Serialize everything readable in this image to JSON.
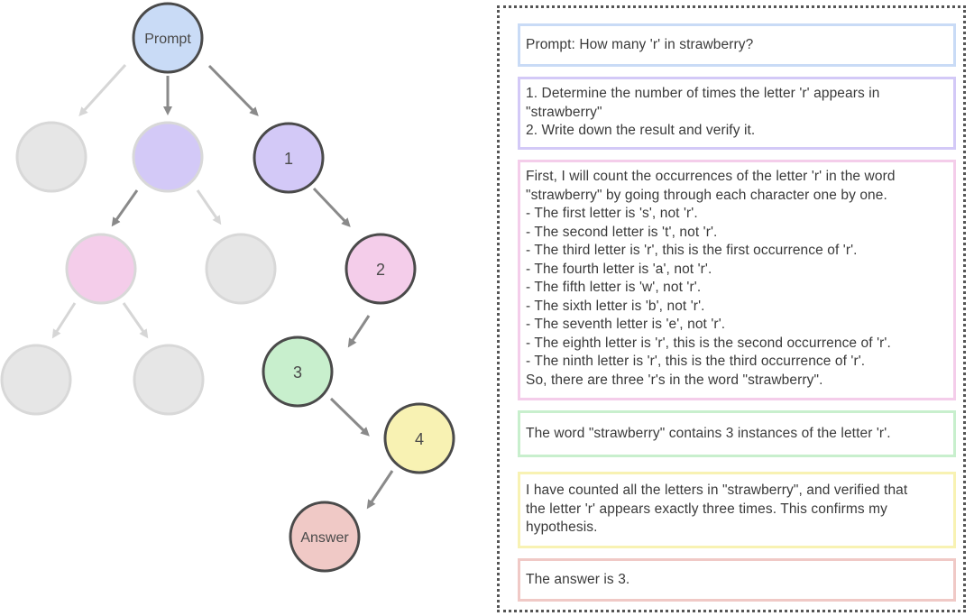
{
  "colors": {
    "prompt": "#c9dbf6",
    "node1": "#d3c9f7",
    "node2": "#f4cdea",
    "node3": "#c8efcd",
    "node4": "#f8f2b3",
    "answer": "#f0c9c6",
    "pruned": "#e6e6e6",
    "node_stroke": "#4a4a4a",
    "pruned_stroke": "#d8d8d8",
    "arrow_main": "#8a8a8a",
    "arrow_faint": "#d6d6d6",
    "box_prompt": "#c9dbf6",
    "box_plan": "#d3c9f7",
    "box_count": "#f4cdea",
    "box_result": "#c8efcd",
    "box_verify": "#f8f2b3",
    "box_answer": "#f0c9c6"
  },
  "tree": {
    "prompt_label": "Prompt",
    "node1_label": "1",
    "node2_label": "2",
    "node3_label": "3",
    "node4_label": "4",
    "answer_label": "Answer"
  },
  "steps": {
    "prompt": [
      "Prompt: How many 'r' in strawberry?"
    ],
    "plan": [
      "1. Determine the number of times the letter 'r' appears in",
      "\"strawberry\"",
      "2. Write down the result and verify it."
    ],
    "count": [
      "First, I will count the occurrences of the letter 'r' in the word",
      "\"strawberry\" by going through each character one by one.",
      "- The first letter is 's', not 'r'.",
      "- The second letter is 't', not 'r'.",
      "- The third letter is 'r', this is the first occurrence of 'r'.",
      "- The fourth letter is 'a', not 'r'.",
      "- The fifth letter is 'w', not 'r'.",
      "- The sixth letter is 'b', not 'r'.",
      "- The seventh letter is 'e', not 'r'.",
      "- The eighth letter is 'r', this is the second occurrence of 'r'.",
      "- The ninth letter is 'r', this is the third occurrence of 'r'.",
      "So, there are three 'r's in the word \"strawberry\"."
    ],
    "result": [
      "The word \"strawberry\" contains 3 instances of the letter 'r'."
    ],
    "verify": [
      "I have counted all the letters in \"strawberry\", and verified that",
      "the letter 'r' appears exactly three times. This confirms my",
      "hypothesis."
    ],
    "answer": [
      "The answer is 3."
    ]
  }
}
